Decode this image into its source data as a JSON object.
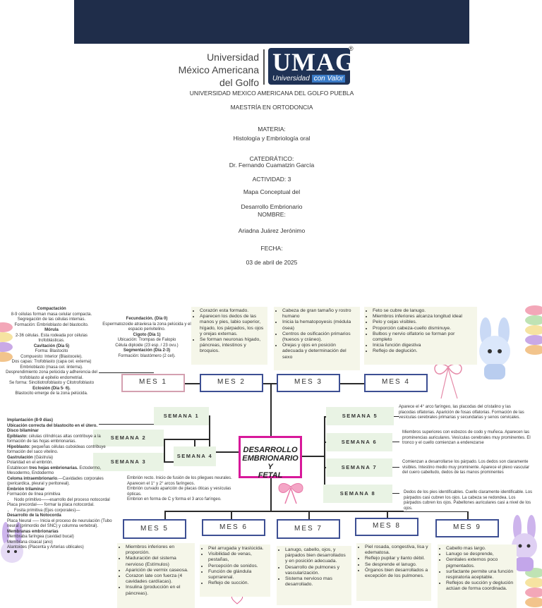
{
  "header": {
    "logo_left": [
      "Universidad",
      "México Americana",
      "del Golfo"
    ],
    "logo_main": "UMAG",
    "logo_tagline_a": "Universidad",
    "logo_tagline_b": "con Valor",
    "reg": "®"
  },
  "cover": {
    "university": "UNIVERSIDAD MEXICO AMERICANA DEL GOLFO PUEBLA",
    "program": "MAESTRÍA EN ORTODONCIA",
    "subject_label": "MATERIA:",
    "subject": "Histología y Embriología oral",
    "teacher_label": "CATEDRÁTICO:",
    "teacher": "Dr. Fernando Cuamatzin García",
    "activity": "ACTIVIDAD:  3",
    "title1": "Mapa Conceptual del",
    "title2": "Desarrollo Embrionario",
    "name_label": "NOMBRE:",
    "name": "Ariadna Juárez Jerónimo",
    "date_label": "FECHA:",
    "date": "03 de abril de 2025"
  },
  "map": {
    "center": [
      "DESARROLLO",
      "EMBRIONARIO Y",
      "FETAL"
    ],
    "months_top": [
      "MES 1",
      "MES 2",
      "MES 3",
      "MES 4"
    ],
    "months_bottom": [
      "MES 5",
      "MES 6",
      "MES 7",
      "MES 8",
      "MES 9"
    ],
    "weeks_left": [
      "SEMANA 1",
      "SEMANA 2",
      "SEMANA 3",
      "SEMANA 4"
    ],
    "weeks_right": [
      "SEMANA 5",
      "SEMANA 6",
      "SEMANA 7",
      "SEMANA 8"
    ],
    "left_top_note": [
      {
        "b": "Compactación"
      },
      {
        "t": "8-9 células forman masa celular compacta."
      },
      {
        "t": "Segregación de las células internas."
      },
      {
        "t": "Formación: Embrioblasto del blastocito."
      },
      {
        "b": "Mórula"
      },
      {
        "t": "2-36 células. Esta rodeada por células trofoblásticas."
      },
      {
        "b": "Cavitación (Día 5)"
      },
      {
        "t": "Forma: Blastocito"
      },
      {
        "t": "Compuesto: Interior (Blastocele)."
      },
      {
        "t": "Dos capas: Trofoblasto (capa cel. externa)"
      },
      {
        "t": "Embrioblasto (masa cel. iinterna)."
      },
      {
        "t": "Desprendimiento zona pelúcida y adherencia del trofoblasto al epitelio endometrial."
      },
      {
        "t": "Se forma: Sincitiotrofoblasto y Citotrofoblasto"
      },
      {
        "b": "Eclosión (Día 5- 6)."
      },
      {
        "t": "Blastocito emerge de la zona pelúcida."
      }
    ],
    "mes1_note": [
      {
        "b": "Fecundación. (Día 0)"
      },
      {
        "t": "Espermatozoide atraviesa la zona pelúcida y el espacio perivitelino."
      },
      {
        "b": "Cigoto (Día 1)"
      },
      {
        "t": "Ubicación: Trompas de Falopio"
      },
      {
        "t": "Célula diploide (23 esp. / 23 ovu.)"
      },
      {
        "b": "Segmentación (Día 2-3)"
      },
      {
        "t": "Formación: blastómero (2 cel)."
      }
    ],
    "mes2_list": [
      "Corazón esta formado.",
      "Aparecen los dedos de las manos y pies, labio superior, hígado, los párpados, los ojos y orejas externas.",
      "Se forman neuronas hígado, páncreas, intestinos y broquios."
    ],
    "mes3_list": [
      "Cabeza de gran tamaño y rostro humano",
      "Inicia la hematopoyesis (médula ósea)",
      "Centros de osificación primarios (huesos y cráneo).",
      "Orejas y ojos en posición adecuada y determinación del sexo"
    ],
    "mes4_list": [
      "Feto se cubre de lanugo.",
      "Miembros inferiores alcanza longitud ideal",
      "Pelo y cejas visibles.",
      "Proporción cabeza-cuello disminuye.",
      "Bulbos y nervio olfatorio se forman por completo",
      "Inicia función digestiva",
      "Reflejo de deglución."
    ],
    "left_mid_note": [
      {
        "b": "Implantación (8-9 días)"
      },
      {
        "b": "Ubicación correcta del blastocito en el útero."
      },
      {
        "b": "Disco bilaminar"
      },
      {
        "t2b": "Epiblasto:",
        "t2": " células cilíndricas altas contribuye a la formación de las hojas embrionarias."
      },
      {
        "t2b": "Hipoblasto:",
        "t2": " pequeñas células cuboideas contribuye formación del saco vitelino."
      },
      {
        "t2b": "Gastrulación",
        "t2": " (Gástrula)"
      },
      {
        "t": "Polaridad en el embrión."
      },
      {
        "t2": "Establecen ",
        "t2b": "tres hojas embrionarias.",
        "t3": " Ectodermo, Mesodermo, Endodermo"
      },
      {
        "t2b": "Celoma intraembrionario",
        "t2": ".—Cavidades corporales (pericardica, pleural y peritoneal)."
      },
      {
        "b": "Embrión trilaminar"
      },
      {
        "t": "Formación de línea primitiva"
      },
      {
        "li": "Nodo primitivo——esarrollo del proceso notocordal"
      },
      {
        "t": "Placa precordal—– formar la placa notocordal."
      },
      {
        "li": "Fosita primitiva (Ejes corporales)—"
      },
      {
        "b": "Desarrollo de la Notocorda"
      },
      {
        "t": "Placa Neural —– Inicia el proceso de neurulación (Tubo neural (primordio del SNC) y columna vertebral)."
      },
      {
        "b": "Membranas embrionarias"
      },
      {
        "t": "Membraba faríngea (cavidad bucal)"
      },
      {
        "t": "Membrana cloacal (ano)"
      },
      {
        "t": "Alantoides (Placenta y Arterias ublicales)"
      }
    ],
    "semana4_note": [
      "Embrión recto. Inicio de fusión de los pliegues neurales. Aparecen el 1° y 2° arcos faríngeos.",
      "Embrión curvado aparición de placas óticas y vesículas ópticas.",
      "Embrion en forma de C y forma el 3 arco faríngeo."
    ],
    "semana5_note": "Aparece el 4° arco faríngeo, las placodas del cristalino y las placodas olfatorias. Aparición de fosas olfatorias. Formación de las vesículas cerebrales primarias y secundarias y senos cervicales.",
    "semana6_note": "Miembros superiores con esbozos de codo y muñeca. Aparecen las prominencias auriculares. Vesículas cerebrales muy prominentes. El tronco y el cuello comienzan a enderezarse",
    "semana7_note": "Comienzan a desarrollarse los párpado. Los dedos son claramente visibles. Intestino medio muy prominente. Aparece el plexo vascular del cuero cabelludo, dedos de las manos prominentes",
    "semana8_note": "Dedos de los pies identificables. Cuello claramente identificable. Los párpados casi cubren los ojos. La cabeza se redondea. Los párpados cubren los ojos. Pabellones auriculares casi a nivel de los ojos.",
    "mes5_list": [
      "Miembros inferiores en proporción.",
      "Maduración del sistema nervioso (Estímulos)",
      "Aparición de vermix caseosa.",
      "Corazon late con fuerza (4 cavidades cardíacas).",
      "Insulina (producción en el páncreas)."
    ],
    "mes6_list": [
      "Piel arrugada y traslúcida.",
      "Visibilidad de venas, pestañas,",
      "Percepción de sonidos.",
      "Función de glándula suprrarenal.",
      "Reflejo de succión."
    ],
    "mes7_list": [
      "Lanugo, cabello, ojos, y párpados bien desarrollados y en posición adecuada.",
      "Desarrollo de pulmones y vascularización.",
      "Sistema nervioso mas desarrollado."
    ],
    "mes8_list": [
      "Piel rosada, congestiva, lisa y edematosa.",
      "Reflejo pupilar y llanto débil.",
      "Se desprende el lanugo.",
      "Órganos bien desarrollados a excepción de los pulmones."
    ],
    "mes9_list": [
      "Cabello mas largo.",
      "Lanugo se desprende,",
      "Genitales externos poco pigmentados.",
      "surfactante permite una función respiratoria aceptable.",
      "Reflejos de succión y deglución actúan de forma coordinada."
    ]
  },
  "colors": {
    "band": "#1f2d4a",
    "month_border": "#3d4f93",
    "week_bg": "#e9f3e4",
    "center_border": "#d8189a",
    "card_bg": "#f5f6e9"
  }
}
